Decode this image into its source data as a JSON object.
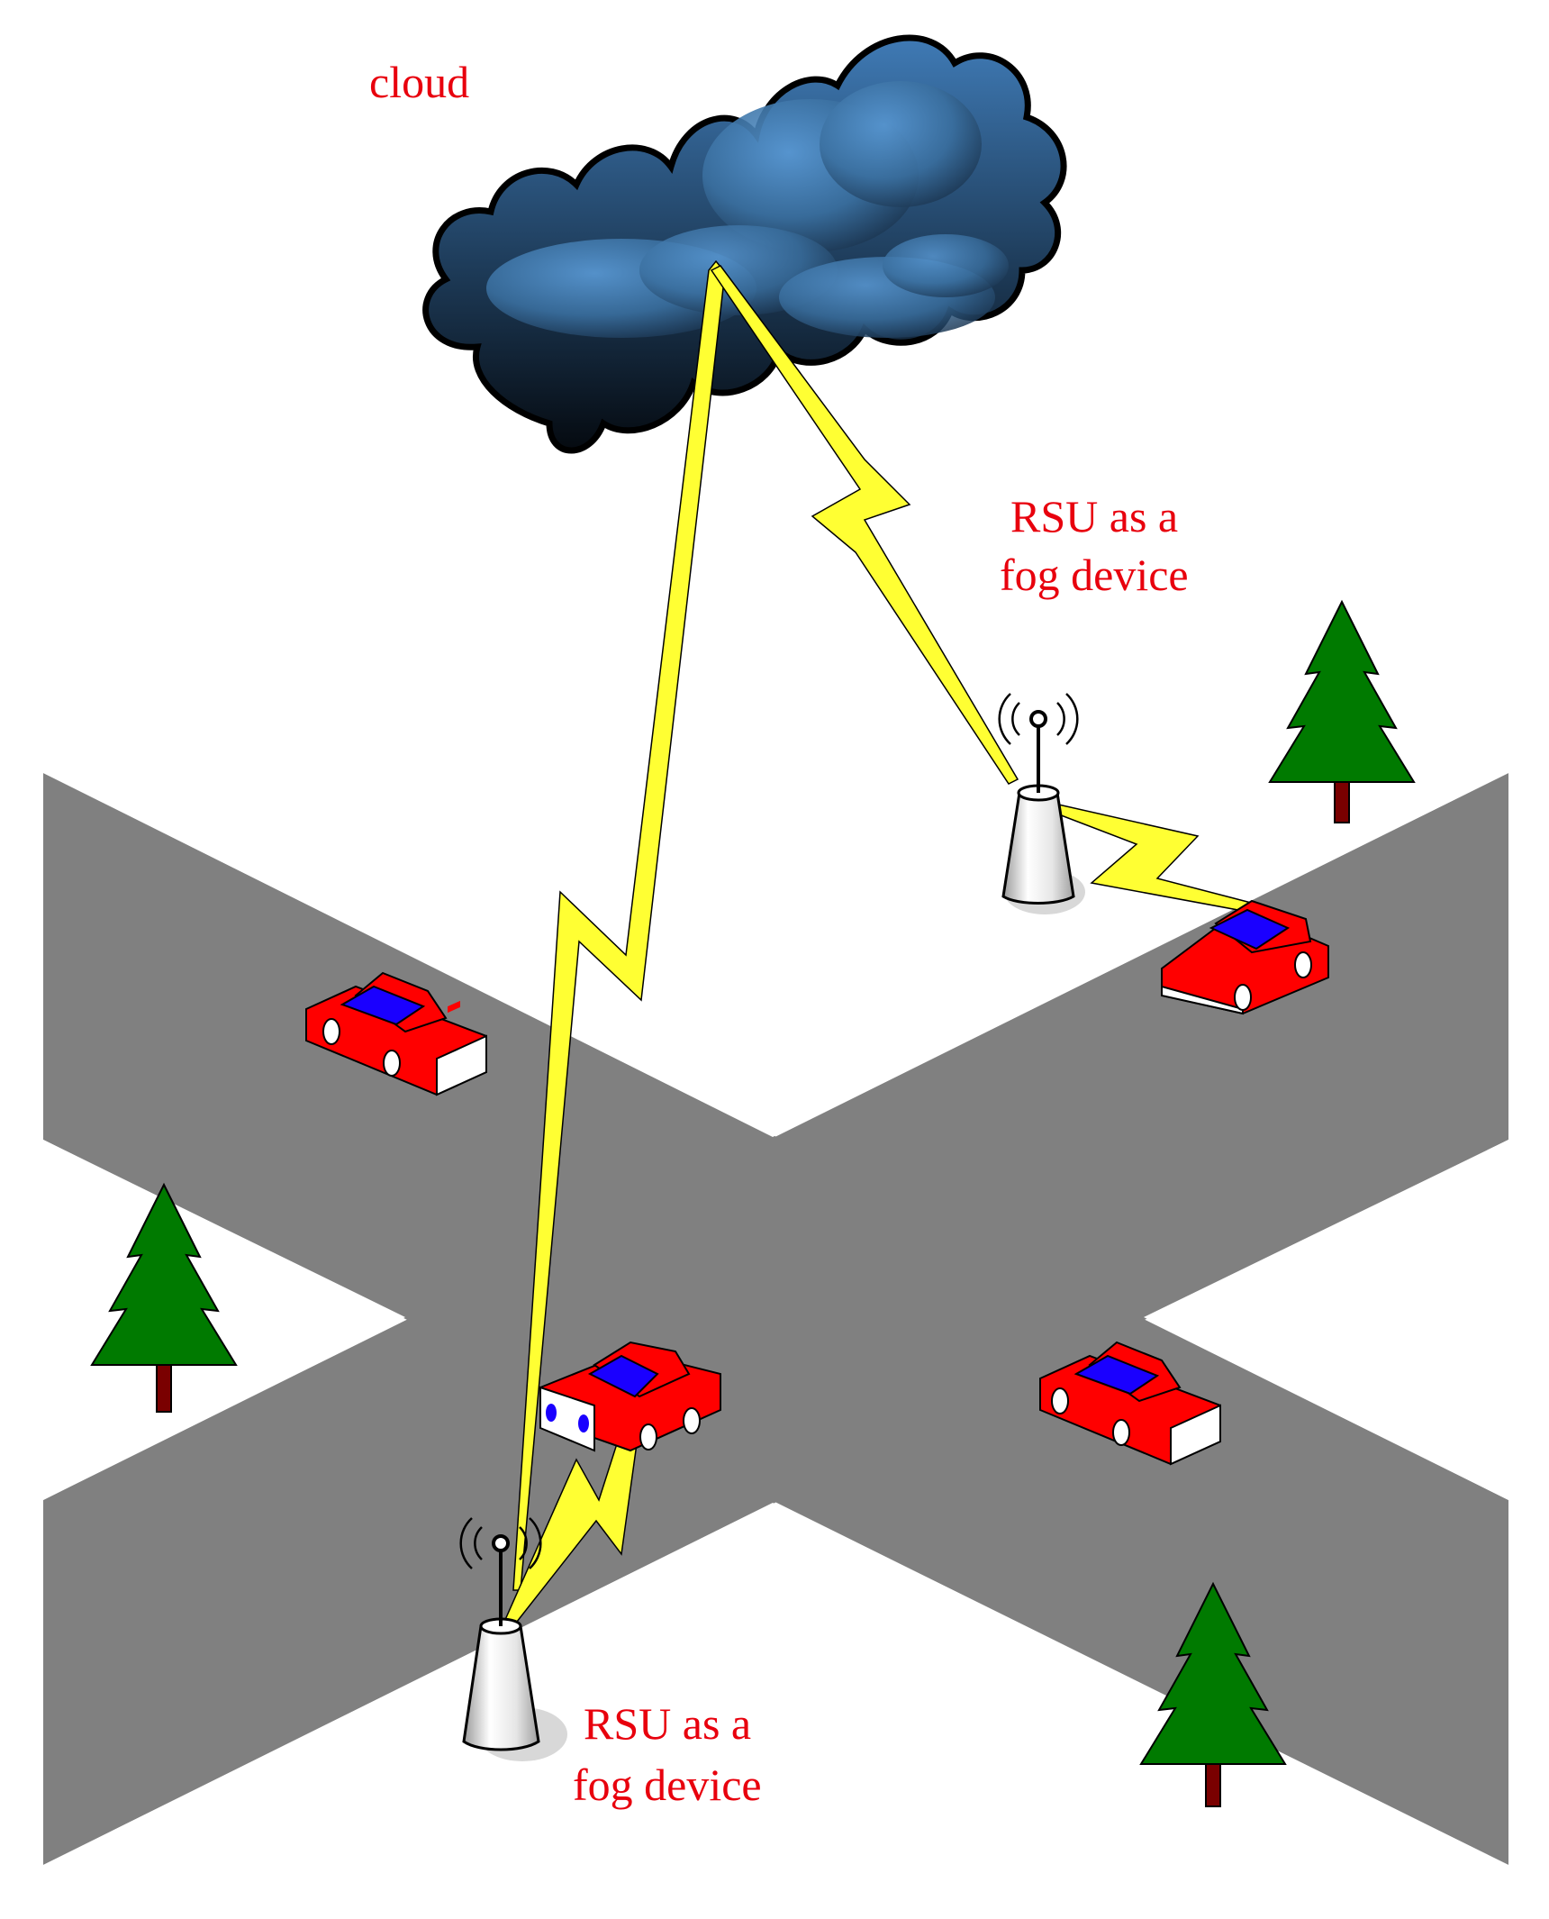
{
  "labels": {
    "cloud": "cloud",
    "rsu_top_line1": "RSU as a",
    "rsu_top_line2": "fog device",
    "rsu_bottom_line1": "RSU as a",
    "rsu_bottom_line2": "fog device"
  },
  "colors": {
    "road": "#808080",
    "text": "#e8000d",
    "lightning": "#ffff33",
    "car_body": "#ff0000",
    "car_window": "#1a00ff",
    "tree_foliage": "#007a00",
    "tree_trunk": "#7a0000",
    "cloud_dark": "#0b1a2a",
    "cloud_light": "#4f8fcc"
  },
  "icons": {
    "cloud": "storm-cloud-icon",
    "rsu": "radio-tower-icon",
    "car": "car-icon",
    "tree": "pine-tree-icon",
    "link": "lightning-bolt-icon"
  }
}
